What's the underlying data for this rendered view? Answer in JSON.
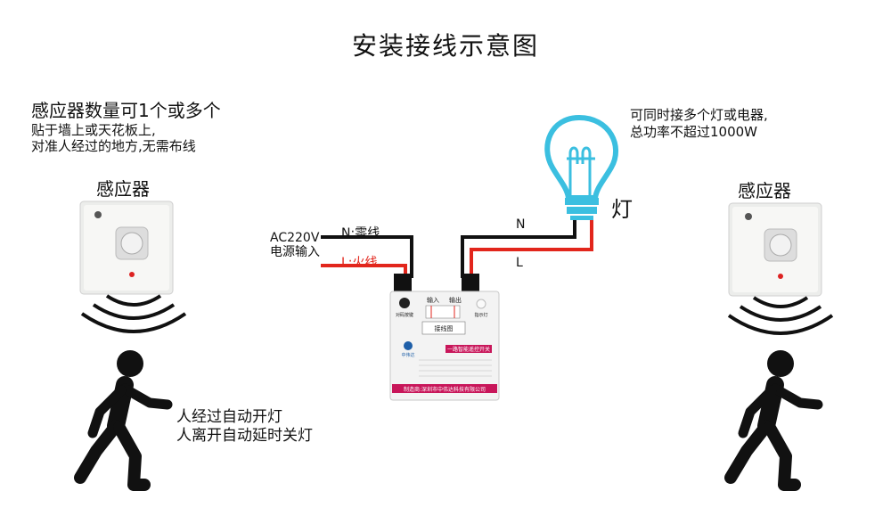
{
  "title": "安装接线示意图",
  "left_notes": {
    "count": "感应器数量可1个或多个",
    "placement": "贴于墙上或天花板上,\n对准人经过的地方,无需布线"
  },
  "sensor_left_label": "感应器",
  "sensor_right_label": "感应器",
  "lamp_note": "可同时接多个灯或电器,\n总功率不超过1000W",
  "lamp_label": "灯",
  "walk_note": "人经过自动开灯\n人离开自动延时关灯",
  "power_in": "AC220V\n电源输入",
  "wire_input": {
    "neutral": "N:零线",
    "live": "L:火线"
  },
  "wire_output": {
    "neutral": "N",
    "live": "L"
  },
  "module": {
    "pair_button": "对码按键",
    "input": "输入",
    "output": "输出",
    "indicator": "指示灯",
    "wiring_diagram": "接线图",
    "brand": "中伟达",
    "product_name": "一路智能遥控开关",
    "manufacturer": "制造商:深圳市中伟达科技有限公司"
  },
  "colors": {
    "live": "#e2261c",
    "neutral": "#111111",
    "lamp": "#3bbfe0",
    "module_band": "#c8165a"
  }
}
